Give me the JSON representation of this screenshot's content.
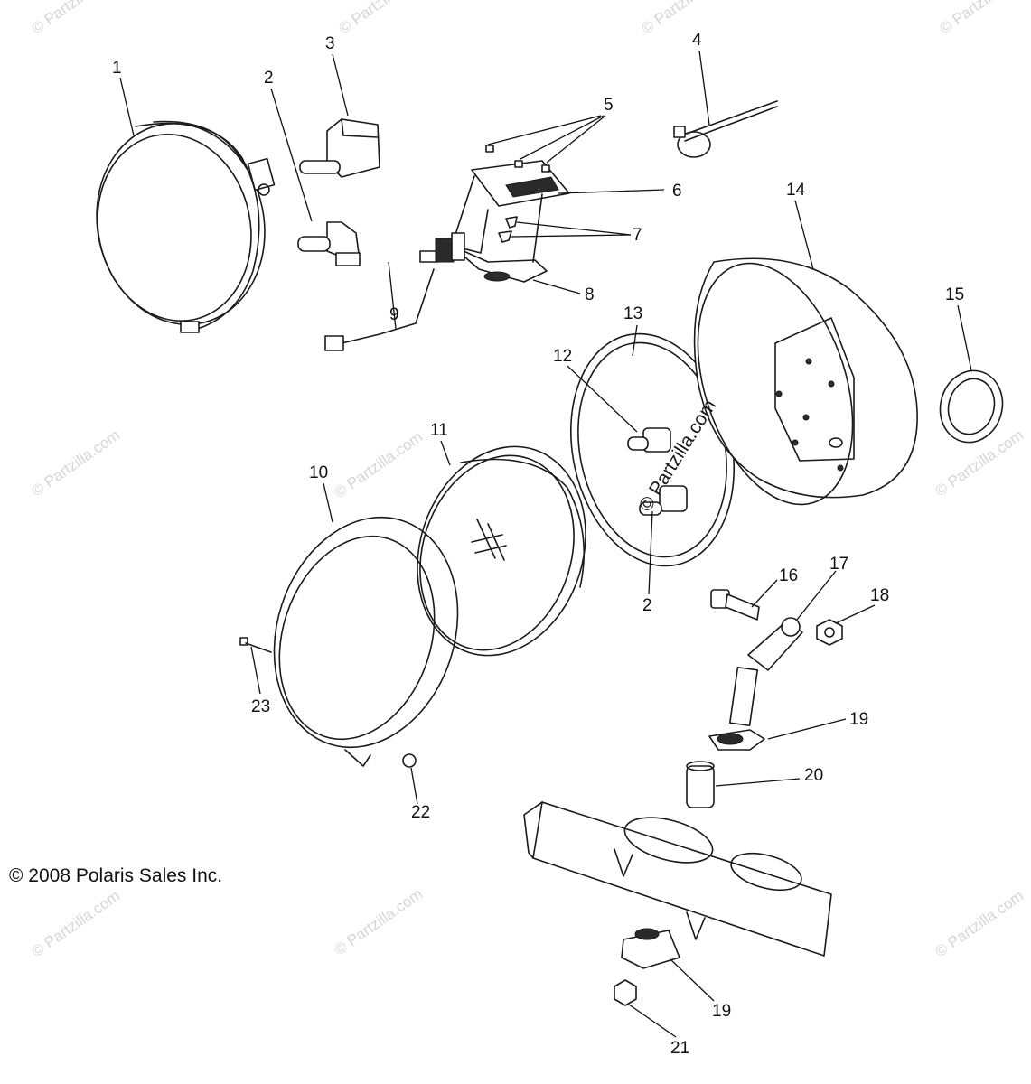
{
  "diagram": {
    "copyright": "© 2008 Polaris Sales Inc.",
    "center_watermark": "© Partzilla.com",
    "watermark": "© Partzilla.com",
    "callouts": [
      {
        "id": "1",
        "label": "1"
      },
      {
        "id": "2a",
        "label": "2"
      },
      {
        "id": "3",
        "label": "3"
      },
      {
        "id": "4",
        "label": "4"
      },
      {
        "id": "5",
        "label": "5"
      },
      {
        "id": "6",
        "label": "6"
      },
      {
        "id": "7",
        "label": "7"
      },
      {
        "id": "8",
        "label": "8"
      },
      {
        "id": "9",
        "label": "9"
      },
      {
        "id": "10",
        "label": "10"
      },
      {
        "id": "11",
        "label": "11"
      },
      {
        "id": "12",
        "label": "12"
      },
      {
        "id": "13",
        "label": "13"
      },
      {
        "id": "14",
        "label": "14"
      },
      {
        "id": "15",
        "label": "15"
      },
      {
        "id": "16",
        "label": "16"
      },
      {
        "id": "17",
        "label": "17"
      },
      {
        "id": "18",
        "label": "18"
      },
      {
        "id": "19a",
        "label": "19"
      },
      {
        "id": "2b",
        "label": "2"
      },
      {
        "id": "20",
        "label": "20"
      },
      {
        "id": "23",
        "label": "23"
      },
      {
        "id": "22",
        "label": "22"
      },
      {
        "id": "19b",
        "label": "19"
      },
      {
        "id": "21",
        "label": "21"
      }
    ]
  }
}
